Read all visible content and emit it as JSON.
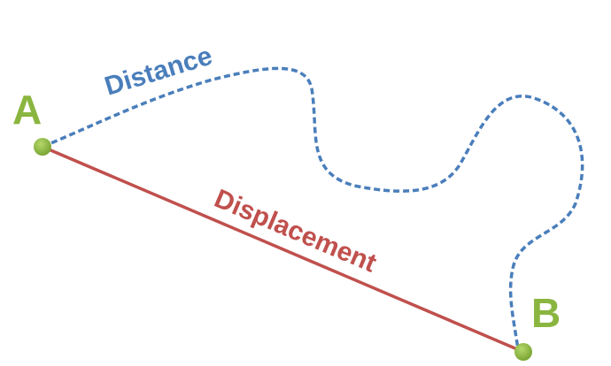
{
  "labels": {
    "point_a": "A",
    "point_b": "B",
    "distance": "Distance",
    "displacement": "Displacement"
  },
  "colors": {
    "points": "#8ab53f",
    "distance": "#4a7ebb",
    "displacement": "#c0504d"
  }
}
